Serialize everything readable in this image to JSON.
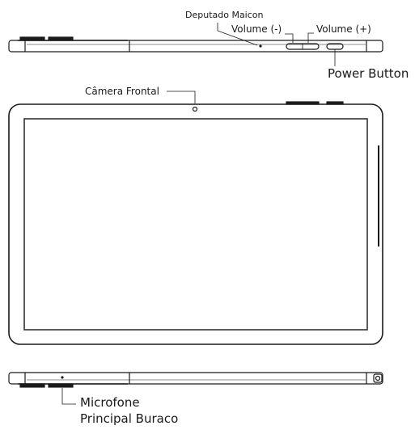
{
  "labels": {
    "deputado_maicon": "Deputado Maicon",
    "volume_minus": "Volume (-)",
    "volume_plus": "Volume (+)",
    "power_button": "Power Button",
    "camera_frontal": "Câmera Frontal",
    "microfone_line1": "Microfone",
    "microfone_line2": "Principal Buraco"
  },
  "colors": {
    "stroke": "#1a1a1a",
    "screen_border": "#333333",
    "background": "#ffffff"
  }
}
